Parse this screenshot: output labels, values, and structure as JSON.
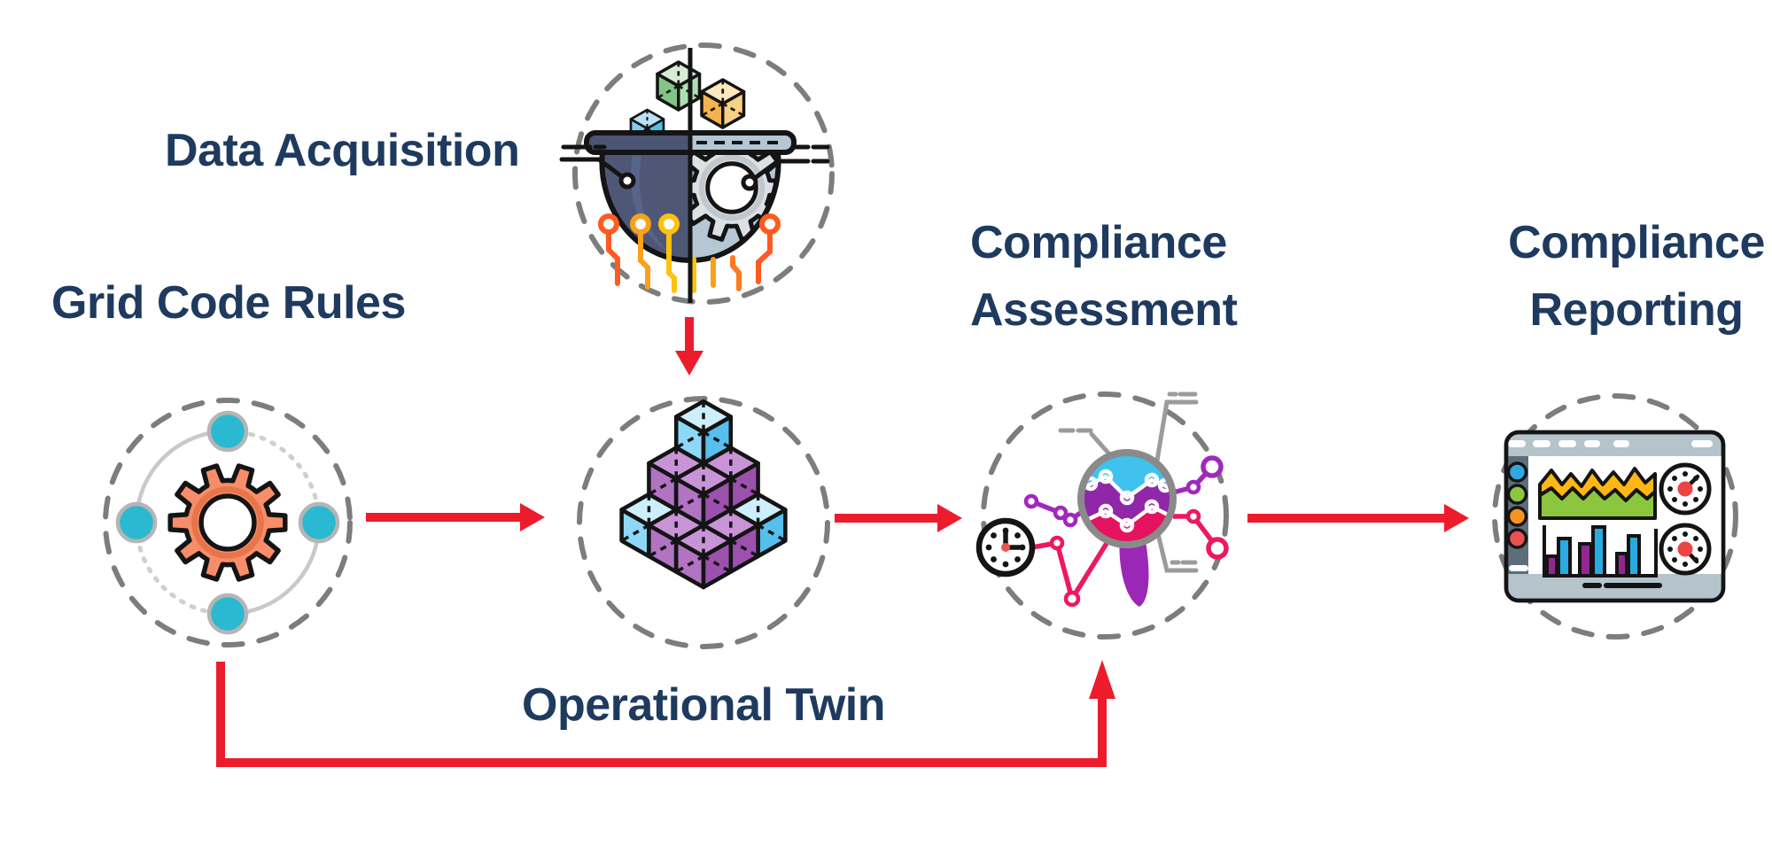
{
  "labels": {
    "note": ""
  },
  "nodes": [
    {
      "id": "grid-code-rules",
      "label": "Grid Code Rules",
      "icon": "gear-with-orbiting-nodes"
    },
    {
      "id": "data-acquisition",
      "label": "Data Acquisition",
      "icon": "split-cauldron-data-gear"
    },
    {
      "id": "operational-twin",
      "label": "Operational Twin",
      "icon": "isometric-cube-pyramid"
    },
    {
      "id": "compliance-assessment",
      "label": [
        "Compliance",
        "Assessment"
      ],
      "icon": "magnifier-over-analytics-with-clock"
    },
    {
      "id": "compliance-reporting",
      "label": [
        "Compliance",
        "Reporting"
      ],
      "icon": "dashboard-window-charts-gauges"
    }
  ],
  "edges": [
    {
      "from": "data-acquisition",
      "to": "operational-twin",
      "shape": "straight",
      "direction": "down"
    },
    {
      "from": "grid-code-rules",
      "to": "operational-twin",
      "shape": "straight",
      "direction": "right"
    },
    {
      "from": "operational-twin",
      "to": "compliance-assessment",
      "shape": "straight",
      "direction": "right"
    },
    {
      "from": "compliance-assessment",
      "to": "compliance-reporting",
      "shape": "straight",
      "direction": "right"
    },
    {
      "from": "grid-code-rules",
      "to": "compliance-assessment",
      "shape": "elbow-feedback-loop",
      "direction": "down-right-up"
    }
  ],
  "colors": {
    "label_text": "#1e3a5f",
    "arrow": "#ec1c2d",
    "dashed_circle": "#7d7d7d",
    "teal_node": "#2ab9d1",
    "gear_orange": "#f78e69",
    "background": "#ffffff",
    "cube_blue_top": "#cdeefb",
    "cube_blue_left": "#8ed8f7",
    "cube_blue_right": "#55bfee",
    "cube_purple_top": "#c994d6",
    "cube_purple_left": "#b273c3",
    "cube_purple_right": "#9b51ad"
  }
}
